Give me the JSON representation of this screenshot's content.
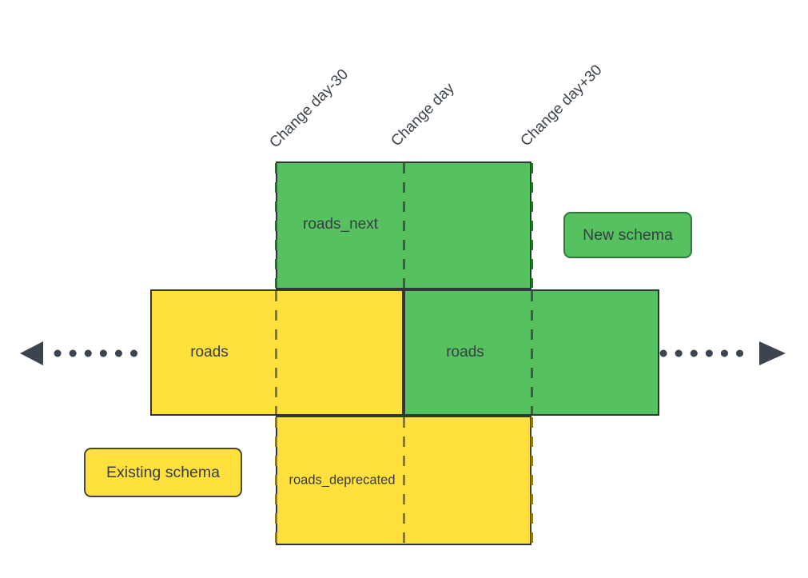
{
  "diagram": {
    "title": "schema-migration-timeline",
    "timeline_markers": [
      {
        "label": "Change day-30"
      },
      {
        "label": "Change day"
      },
      {
        "label": "Change day+30"
      }
    ],
    "boxes": [
      {
        "id": "roads_next",
        "label": "roads_next",
        "schema": "new"
      },
      {
        "id": "roads_existing",
        "label": "roads",
        "schema": "existing"
      },
      {
        "id": "roads_new",
        "label": "roads",
        "schema": "new"
      },
      {
        "id": "roads_deprecated",
        "label": "roads_deprecated",
        "schema": "existing"
      }
    ],
    "legend": [
      {
        "label": "New schema",
        "color": "#55c25f"
      },
      {
        "label": "Existing schema",
        "color": "#ffe03d"
      }
    ],
    "colors": {
      "new_schema_fill": "#55c25f",
      "existing_schema_fill": "#ffe03d",
      "new_schema_dash": "#2b6b34",
      "existing_schema_dash": "#8a7a1a",
      "box_border": "#2f363c",
      "arrow": "#3c4450",
      "text": "#3a4046"
    }
  }
}
